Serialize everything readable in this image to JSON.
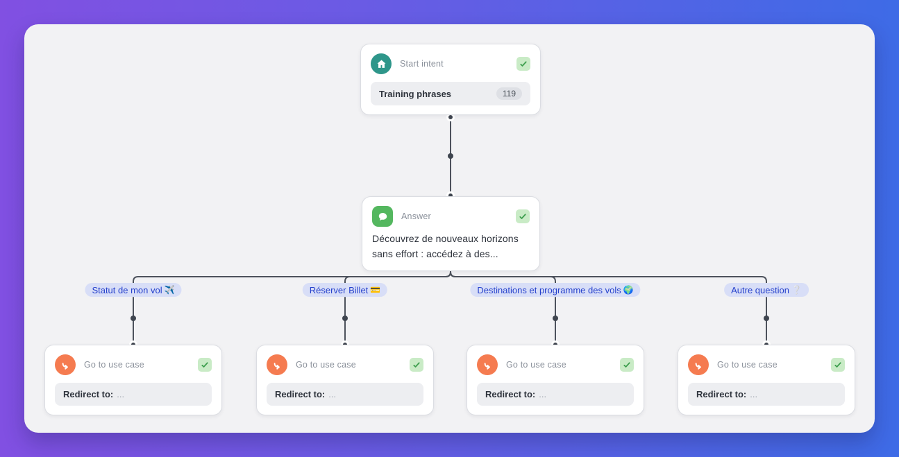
{
  "nodes": {
    "start_intent": {
      "label": "Start intent",
      "icon": "home-icon",
      "status_icon": "check-icon",
      "field_label": "Training phrases",
      "count": "119"
    },
    "answer": {
      "label": "Answer",
      "icon": "chat-bubble-icon",
      "status_icon": "check-icon",
      "text": "Découvrez de nouveaux horizons sans effort : accédez à des..."
    },
    "branches": [
      {
        "label": "Statut de mon vol",
        "emoji": "✈️"
      },
      {
        "label": "Réserver Billet",
        "emoji": "💳"
      },
      {
        "label": "Destinations et programme des vols",
        "emoji": "🌍"
      },
      {
        "label": "Autre question",
        "emoji": "❔"
      }
    ],
    "use_cases": [
      {
        "label": "Go to use case",
        "icon": "redirect-arrow-icon",
        "status_icon": "check-icon",
        "redirect_label": "Redirect to:",
        "redirect_value": "..."
      },
      {
        "label": "Go to use case",
        "icon": "redirect-arrow-icon",
        "status_icon": "check-icon",
        "redirect_label": "Redirect to:",
        "redirect_value": "..."
      },
      {
        "label": "Go to use case",
        "icon": "redirect-arrow-icon",
        "status_icon": "check-icon",
        "redirect_label": "Redirect to:",
        "redirect_value": "..."
      },
      {
        "label": "Go to use case",
        "icon": "redirect-arrow-icon",
        "status_icon": "check-icon",
        "redirect_label": "Redirect to:",
        "redirect_value": "..."
      }
    ]
  },
  "colors": {
    "background_gradient_left": "#8150E2",
    "background_gradient_right": "#3E6BE6",
    "canvas": "#F2F2F4",
    "node_border": "#DBDDE2",
    "teal_icon": "#2E968A",
    "green_icon": "#54B75F",
    "orange_icon": "#F57B50",
    "check_bg": "#C9EBC6",
    "check_mark": "#3B9D4C",
    "pill_bg": "#D8DEF7",
    "pill_text": "#2641CC",
    "wire": "#4D525C"
  }
}
